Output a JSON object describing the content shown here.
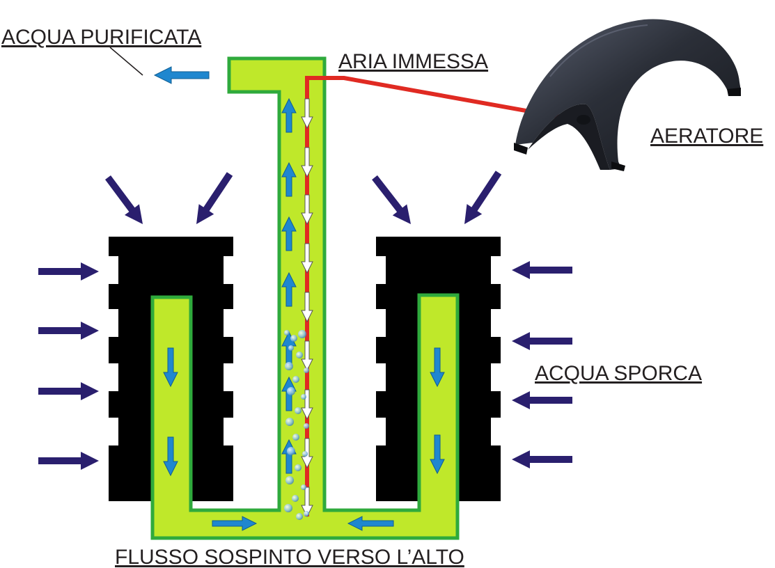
{
  "labels": {
    "purified_water": "ACQUA PURIFICATA",
    "air_input": "ARIA IMMESSA",
    "aerator": "AERATORE",
    "dirty_water": "ACQUA SPORCA",
    "upward_flow": "FLUSSO SOSPINTO VERSO L’ALTO"
  },
  "colors": {
    "water_fill": "#bfe82a",
    "water_border": "#2faa3c",
    "sponge": "#000000",
    "air_line": "#e02a22",
    "flow_arrow": "#1f87cf",
    "inflow_arrow": "#2a1f6e",
    "air_arrow": "#ffffff",
    "aerator_body": "#2b2f38"
  },
  "icons": [
    "water-flow-arrow-icon",
    "air-bubble-icon",
    "inflow-arrow-icon",
    "aerator-pump-icon"
  ]
}
